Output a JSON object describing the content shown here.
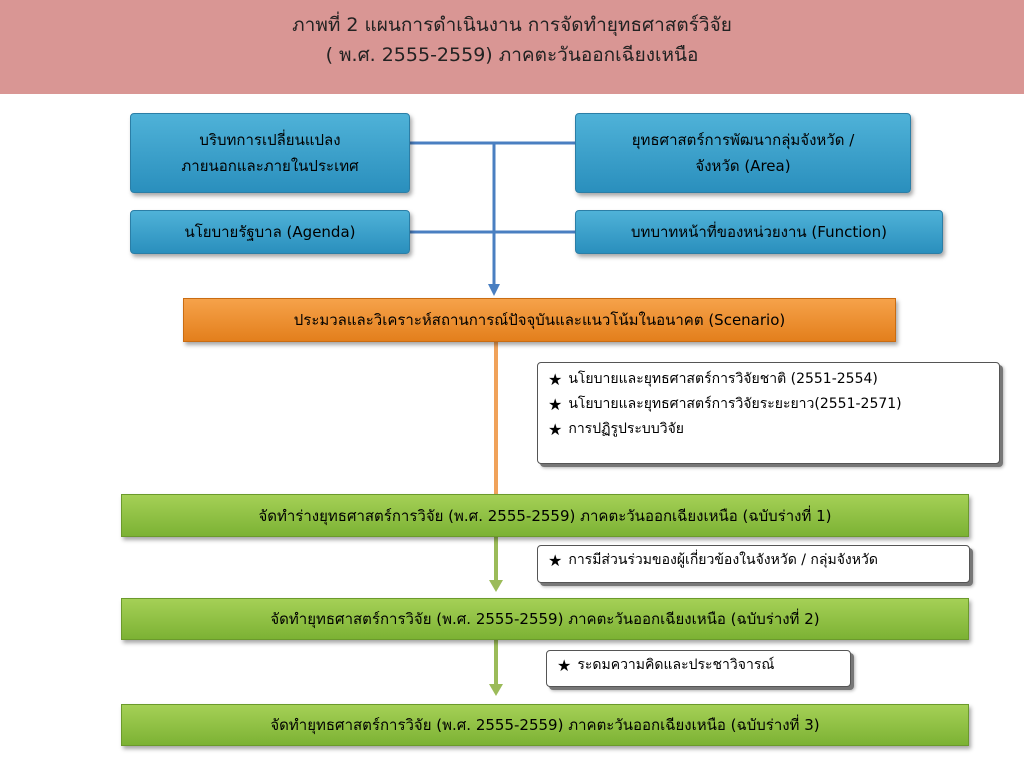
{
  "header": {
    "line1": "ภาพที่ 2 แผนการดำเนินงาน การจัดทำยุทธศาสตร์วิจัย",
    "line2": "( พ.ศ. 2555-2559)   ภาคตะวันออกเฉียงเหนือ"
  },
  "inputs": {
    "context_line1": "บริบทการเปลี่ยนแปลง",
    "context_line2": "ภายนอกและภายในประเทศ",
    "area_line1": "ยุทธศาสตร์การพัฒนากลุ่มจังหวัด /",
    "area_line2": "จังหวัด  (Area)",
    "agenda": "นโยบายรัฐบาล (Agenda)",
    "function": "บทบาทหน้าที่ของหน่วยงาน (Function)"
  },
  "scenario": "ประมวลและวิเคราะห์สถานการณ์ปัจจุบันและแนวโน้มในอนาคต  (Scenario)",
  "note1": {
    "items": [
      "นโยบายและยุทธศาสตร์การวิจัยชาติ (2551-2554)",
      "นโยบายและยุทธศาสตร์การวิจัยระยะยาว(2551-2571)",
      "การปฏิรูประบบวิจัย"
    ]
  },
  "draft1": "จัดทำร่างยุทธศาสตร์การวิจัย (พ.ศ. 2555-2559) ภาคตะวันออกเฉียงเหนือ (ฉบับร่างที่ 1)",
  "note2": "การมีส่วนร่วมของผู้เกี่ยวข้องในจังหวัด / กลุ่มจังหวัด",
  "draft2": "จัดทำยุทธศาสตร์การวิจัย (พ.ศ. 2555-2559) ภาคตะวันออกเฉียงเหนือ (ฉบับร่างที่ 2)",
  "note3": "ระดมความคิดและประชาวิจารณ์",
  "draft3": "จัดทำยุทธศาสตร์การวิจัย (พ.ศ. 2555-2559) ภาคตะวันออกเฉียงเหนือ (ฉบับร่างที่ 3)",
  "colors": {
    "header_bg": "#d99694",
    "blue_box": "#3fa3cc",
    "orange_box": "#ee8d2e",
    "green_box": "#8fc043",
    "blue_line": "#4a7fc1",
    "orange_line": "#f0a25a",
    "green_line": "#9bbb59"
  },
  "icons": {
    "bullet": "star-icon"
  }
}
